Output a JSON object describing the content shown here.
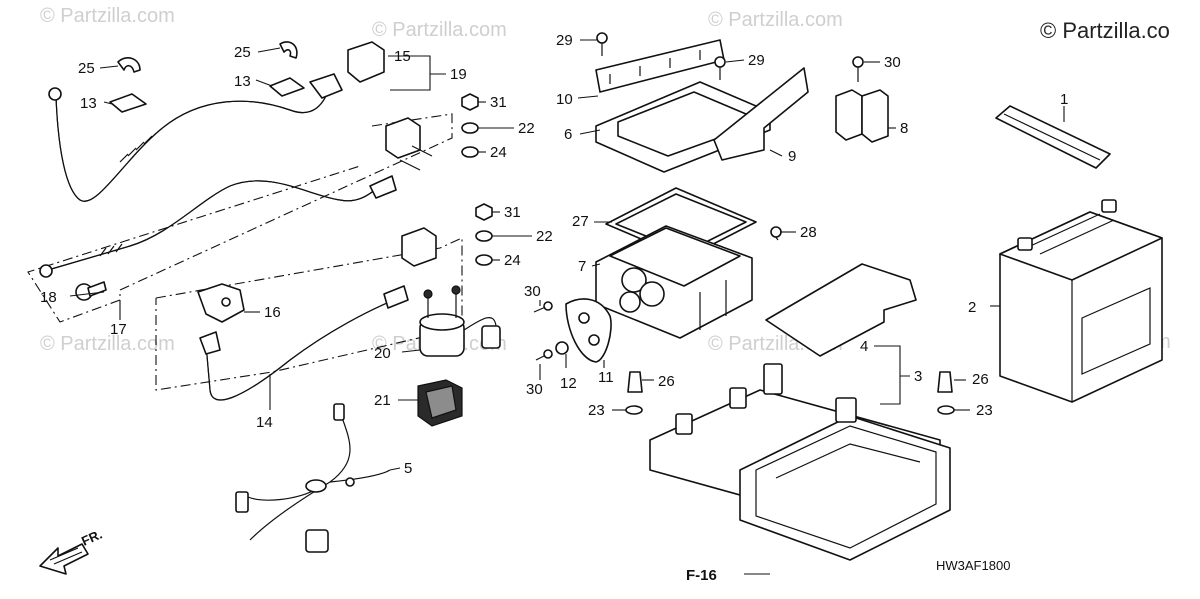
{
  "copyright": "© Partzilla.co",
  "watermark": "© Partzilla.com",
  "diagram_code": "HW3AF1800",
  "reference_label": "F-16",
  "front_label": "FR.",
  "callouts": [
    {
      "id": "c1",
      "label": "1"
    },
    {
      "id": "c2",
      "label": "2"
    },
    {
      "id": "c3",
      "label": "3"
    },
    {
      "id": "c4",
      "label": "4"
    },
    {
      "id": "c5",
      "label": "5"
    },
    {
      "id": "c6",
      "label": "6"
    },
    {
      "id": "c7",
      "label": "7"
    },
    {
      "id": "c8",
      "label": "8"
    },
    {
      "id": "c9",
      "label": "9"
    },
    {
      "id": "c10",
      "label": "10"
    },
    {
      "id": "c11",
      "label": "11"
    },
    {
      "id": "c12",
      "label": "12"
    },
    {
      "id": "c13a",
      "label": "13"
    },
    {
      "id": "c13b",
      "label": "13"
    },
    {
      "id": "c14",
      "label": "14"
    },
    {
      "id": "c15",
      "label": "15"
    },
    {
      "id": "c16",
      "label": "16"
    },
    {
      "id": "c17",
      "label": "17"
    },
    {
      "id": "c18",
      "label": "18"
    },
    {
      "id": "c19",
      "label": "19"
    },
    {
      "id": "c20",
      "label": "20"
    },
    {
      "id": "c21",
      "label": "21"
    },
    {
      "id": "c22a",
      "label": "22"
    },
    {
      "id": "c22b",
      "label": "22"
    },
    {
      "id": "c23a",
      "label": "23"
    },
    {
      "id": "c23b",
      "label": "23"
    },
    {
      "id": "c24a",
      "label": "24"
    },
    {
      "id": "c24b",
      "label": "24"
    },
    {
      "id": "c25a",
      "label": "25"
    },
    {
      "id": "c25b",
      "label": "25"
    },
    {
      "id": "c26a",
      "label": "26"
    },
    {
      "id": "c26b",
      "label": "26"
    },
    {
      "id": "c27",
      "label": "27"
    },
    {
      "id": "c28",
      "label": "28"
    },
    {
      "id": "c29a",
      "label": "29"
    },
    {
      "id": "c29b",
      "label": "29"
    },
    {
      "id": "c30a",
      "label": "30"
    },
    {
      "id": "c30b",
      "label": "30"
    },
    {
      "id": "c30c",
      "label": "30"
    },
    {
      "id": "c31a",
      "label": "31"
    },
    {
      "id": "c31b",
      "label": "31"
    }
  ]
}
